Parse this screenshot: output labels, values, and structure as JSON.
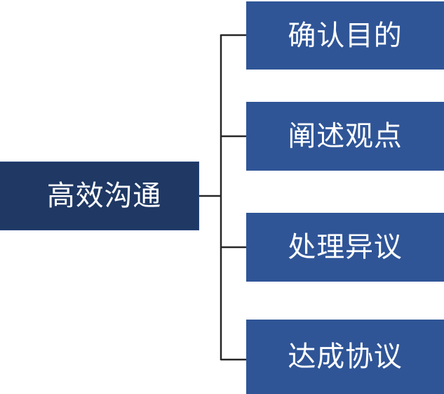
{
  "diagram": {
    "type": "hierarchy",
    "orientation": "horizontal-right",
    "colors": {
      "root_fill": "#1F3864",
      "child_fill": "#2F5597",
      "text": "#FFFFFF",
      "connector": "#262626",
      "background": "#FFFFFF"
    },
    "root": {
      "label": "高效沟通"
    },
    "children": [
      {
        "label": "确认目的"
      },
      {
        "label": "阐述观点"
      },
      {
        "label": "处理异议"
      },
      {
        "label": "达成协议"
      }
    ]
  }
}
